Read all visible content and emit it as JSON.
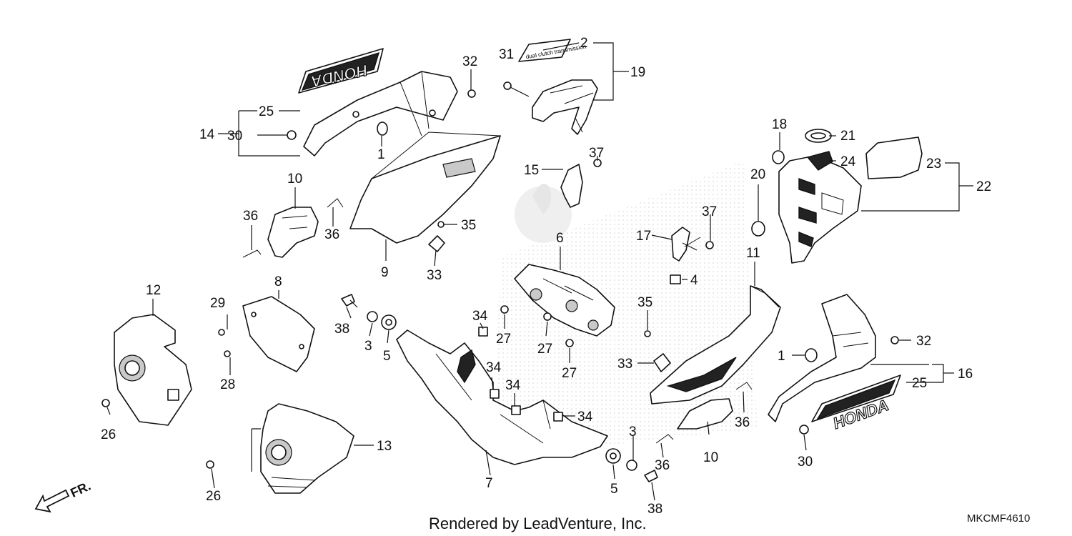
{
  "diagram": {
    "footer": "Rendered by LeadVenture, Inc.",
    "code": "MKCMF4610",
    "fr_label": "FR.",
    "decal_left": "HONDA",
    "decal_right": "HONDA",
    "decal_small": "dual clutch transmission",
    "callouts": {
      "c2": "2",
      "c19": "19",
      "c31": "31",
      "c32a": "32",
      "c25a": "25",
      "c14": "14",
      "c30a": "30",
      "c1a": "1",
      "c10a": "10",
      "c36a": "36",
      "c36b": "36",
      "c35a": "35",
      "c9": "9",
      "c33a": "33",
      "c37a": "37",
      "c15": "15",
      "c18": "18",
      "c21": "21",
      "c24": "24",
      "c23": "23",
      "c22": "22",
      "c20": "20",
      "c37b": "37",
      "c17": "17",
      "c4": "4",
      "c6": "6",
      "c11": "11",
      "c12": "12",
      "c8": "8",
      "c29": "29",
      "c28": "28",
      "c26a": "26",
      "c38a": "38",
      "c3a": "3",
      "c5a": "5",
      "c34a": "34",
      "c27a": "27",
      "c27b": "27",
      "c27c": "27",
      "c34b": "34",
      "c34c": "34",
      "c34d": "34",
      "c35b": "35",
      "c33b": "33",
      "c32b": "32",
      "c1b": "1",
      "c16": "16",
      "c25b": "25",
      "c36c": "36",
      "c36d": "36",
      "c10b": "10",
      "c30b": "30",
      "c3b": "3",
      "c5b": "5",
      "c38b": "38",
      "c13": "13",
      "c26b": "26",
      "c7": "7"
    }
  }
}
